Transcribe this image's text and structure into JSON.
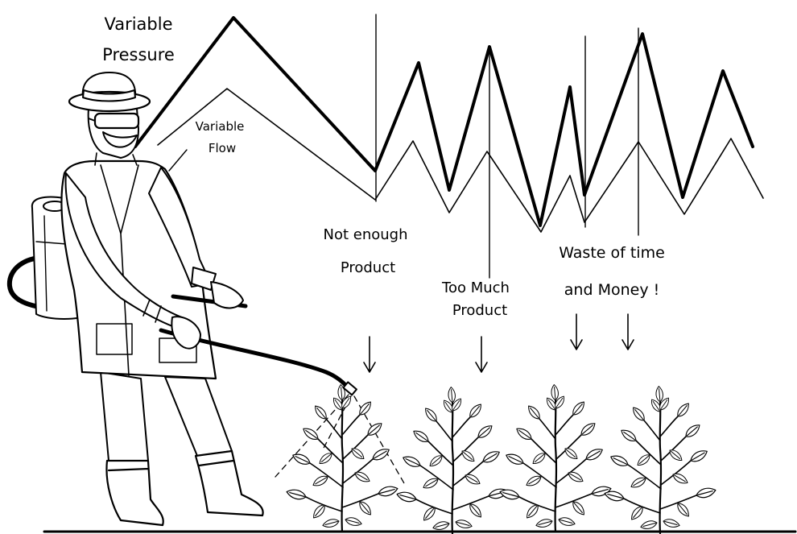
{
  "illustration": {
    "labels": {
      "variable_pressure": {
        "line1": "Variable",
        "line2": "Pressure"
      },
      "variable_flow": {
        "line1": "Variable",
        "line2": "Flow"
      },
      "not_enough_product": {
        "line1": "Not enough",
        "line2": "Product"
      },
      "too_much_product": {
        "line1": "Too Much",
        "line2": "Product"
      },
      "waste_of_time_and_money": {
        "line1": "Waste of time",
        "line2": "and Money !"
      }
    }
  },
  "icons": [
    "down-arrow-icon",
    "plant-icon",
    "backpack-sprayer-icon"
  ],
  "colors": {
    "ink": "#000000",
    "background": "#ffffff"
  }
}
